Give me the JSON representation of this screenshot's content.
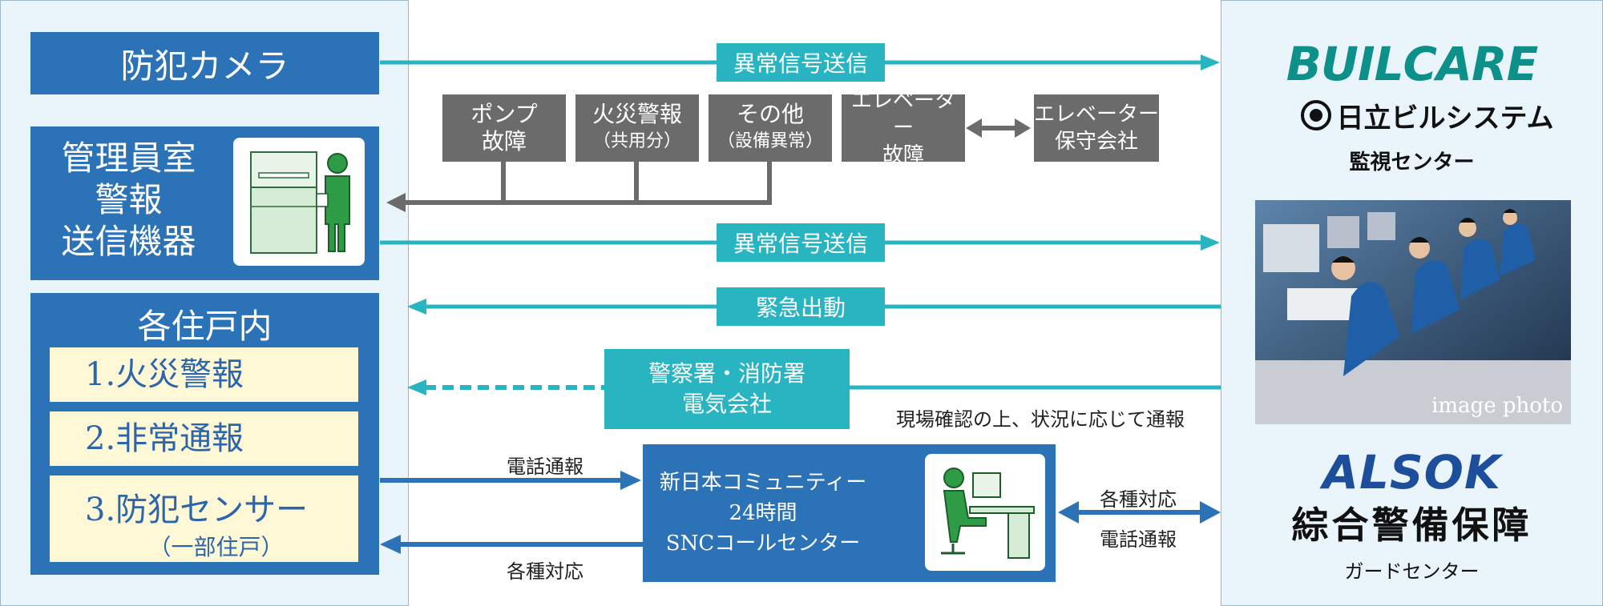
{
  "colors": {
    "blue": "#2b72b7",
    "teal": "#29b4c2",
    "gray": "#6b6b6b",
    "panel": "#e9f4fb",
    "cream": "#fff8d6",
    "navy": "#1d4e9c"
  },
  "left": {
    "camera": "防犯カメラ",
    "control_room": [
      "管理員室",
      "警報",
      "送信機器"
    ],
    "units_title": "各住戸内",
    "items": [
      "1.火災警報",
      "2.非常通報",
      "3.防犯センサー"
    ],
    "item3_sub": "（一部住戸）"
  },
  "center": {
    "signal1": "異常信号送信",
    "sources": [
      [
        "ポンプ",
        "故障"
      ],
      [
        "火災警報",
        "（共用分）"
      ],
      [
        "その他",
        "（設備異常）"
      ],
      [
        "エレベーター",
        "故障"
      ]
    ],
    "elevator_company": [
      "エレベーター",
      "保守会社"
    ],
    "signal2": "異常信号送信",
    "dispatch": "緊急出動",
    "police": [
      "警察署・消防署",
      "電気会社"
    ],
    "report_note": "現場確認の上、状況に応じて通報",
    "phone_report": "電話通報",
    "response": "各種対応",
    "snc": [
      "新日本コミュニティー",
      "24時間",
      "SNCコールセンター"
    ],
    "right_response": "各種対応",
    "right_phone": "電話通報"
  },
  "right": {
    "logo1": "BUILCARE",
    "company1": "日立ビルシステム",
    "center1": "監視センター",
    "photo_caption": "image photo",
    "logo2": "ALSOK",
    "company2": "綜合警備保障",
    "center2": "ガードセンター"
  }
}
